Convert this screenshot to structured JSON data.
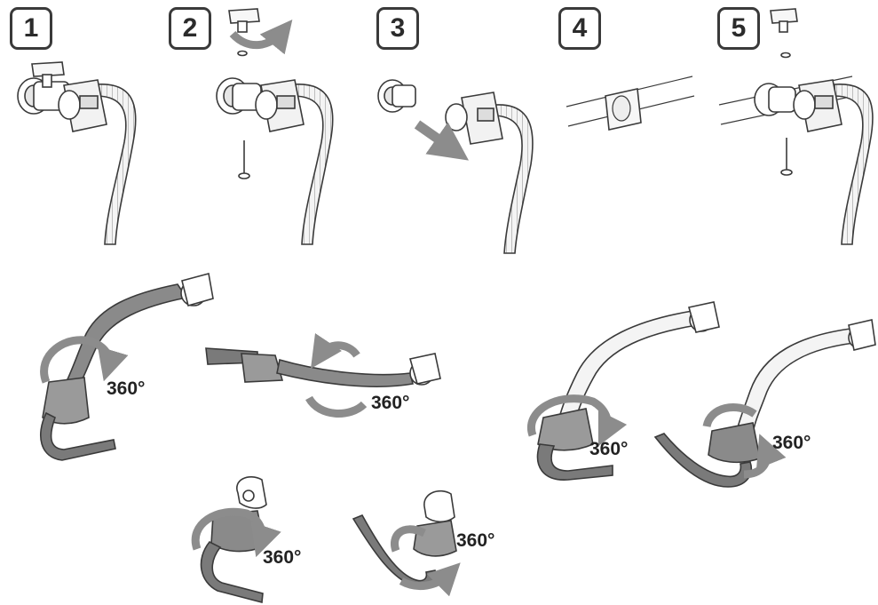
{
  "steps": [
    {
      "number": "1"
    },
    {
      "number": "2"
    },
    {
      "number": "3"
    },
    {
      "number": "4"
    },
    {
      "number": "5"
    }
  ],
  "rotation_labels": [
    "360°",
    "360°",
    "360°",
    "360°",
    "360°",
    "360°"
  ],
  "colors": {
    "outline": "#3a3a3a",
    "strap_dark": "#8a8a8a",
    "strap_light": "#f2f2f2",
    "arrow": "#8c8c8c",
    "text": "#222222"
  },
  "icons": {
    "rotate": "curved-arrow-icon",
    "insert": "straight-arrow-icon"
  }
}
